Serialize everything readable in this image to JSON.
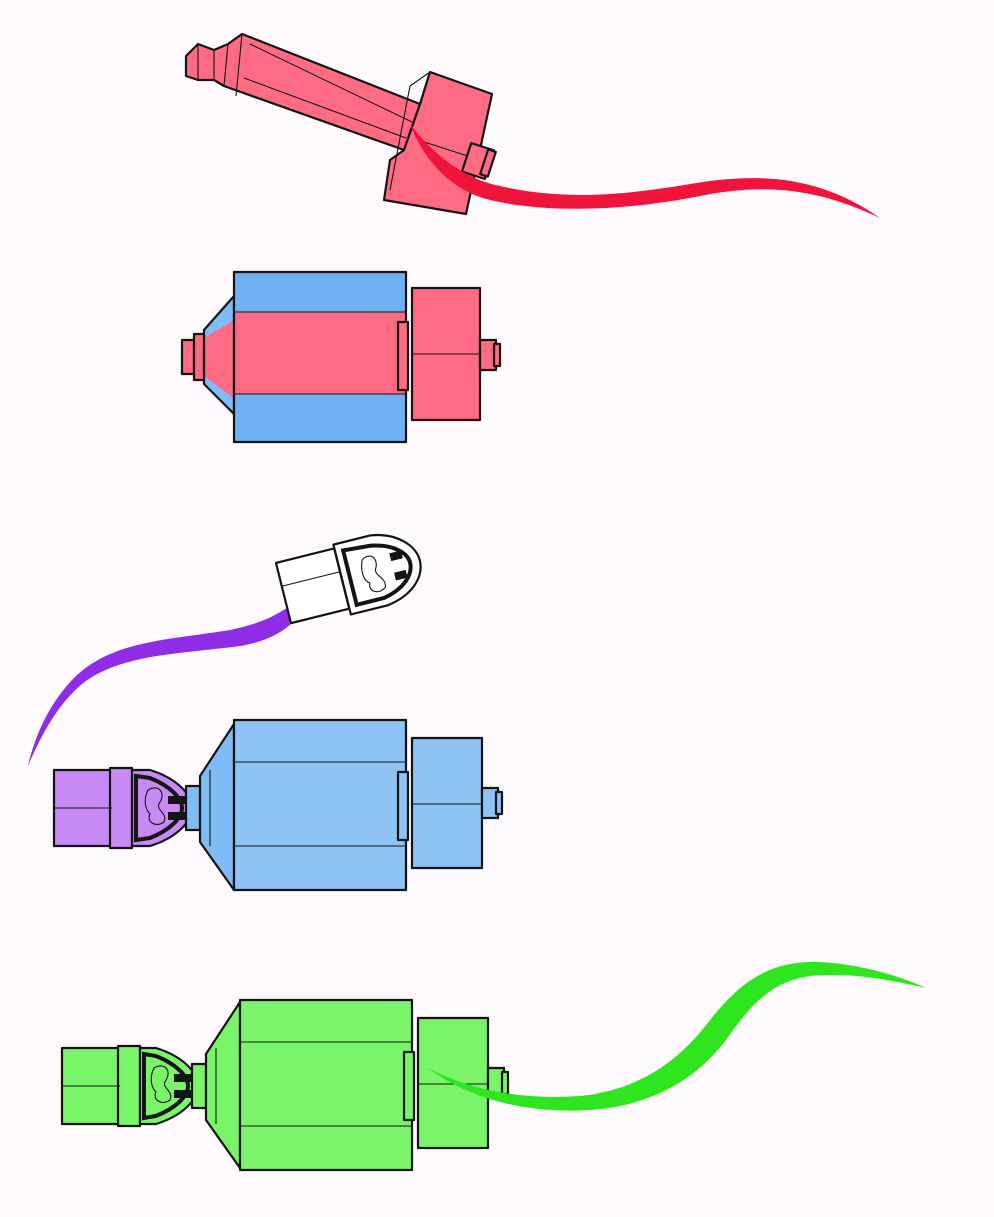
{
  "illustration": {
    "background": "#fdf9fc",
    "colors": {
      "red": "#ff6b82",
      "red_stroke": "#f0143c",
      "blue": "#7fbbf5",
      "blue_wash": "#5aa8f0",
      "purple": "#c78af5",
      "purple_stroke": "#8e2ce8",
      "green": "#7af56a",
      "green_stroke": "#2fe61e",
      "ink": "#141414",
      "white": "#ffffff"
    },
    "panels": [
      {
        "id": "red-module-tilted",
        "parts": [
          "long-tube",
          "docking-block",
          "docking-port",
          "red-streak"
        ]
      },
      {
        "id": "station-blue-red",
        "parts": [
          "nozzle-port",
          "cylinder-blue",
          "center-band-red",
          "end-block-red",
          "docking-port"
        ]
      },
      {
        "id": "pod-free-flying",
        "parts": [
          "capsule-white",
          "hatch-with-figure",
          "purple-streak"
        ]
      },
      {
        "id": "station-docked",
        "parts": [
          "capsule-purple",
          "hatch-with-figure",
          "cylinder-blue",
          "end-block-blue",
          "docking-port"
        ]
      },
      {
        "id": "station-green",
        "parts": [
          "capsule-green",
          "hatch-with-figure",
          "cylinder-green",
          "end-block-green",
          "docking-port",
          "green-streak"
        ]
      }
    ]
  }
}
